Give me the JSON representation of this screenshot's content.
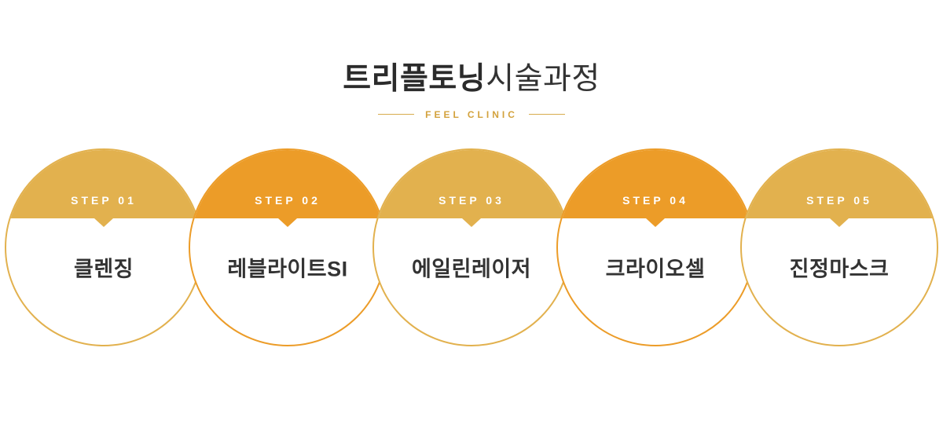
{
  "header": {
    "title_bold": "트리플토닝",
    "title_regular": "시술과정",
    "subtitle": "FEEL CLINIC"
  },
  "colors": {
    "gold": "#E2B14E",
    "orange": "#EC9C28",
    "title_text": "#2b2b2b",
    "subtitle_text": "#d3a23d",
    "step_label_text": "#ffffff",
    "step_name_text": "#333333"
  },
  "steps": [
    {
      "step": "STEP 01",
      "name": "클렌징",
      "color": "#E2B14E"
    },
    {
      "step": "STEP 02",
      "name": "레블라이트SI",
      "color": "#EC9C28"
    },
    {
      "step": "STEP 03",
      "name": "에일린레이저",
      "color": "#E2B14E"
    },
    {
      "step": "STEP 04",
      "name": "크라이오셀",
      "color": "#EC9C28"
    },
    {
      "step": "STEP 05",
      "name": "진정마스크",
      "color": "#E2B14E"
    }
  ]
}
